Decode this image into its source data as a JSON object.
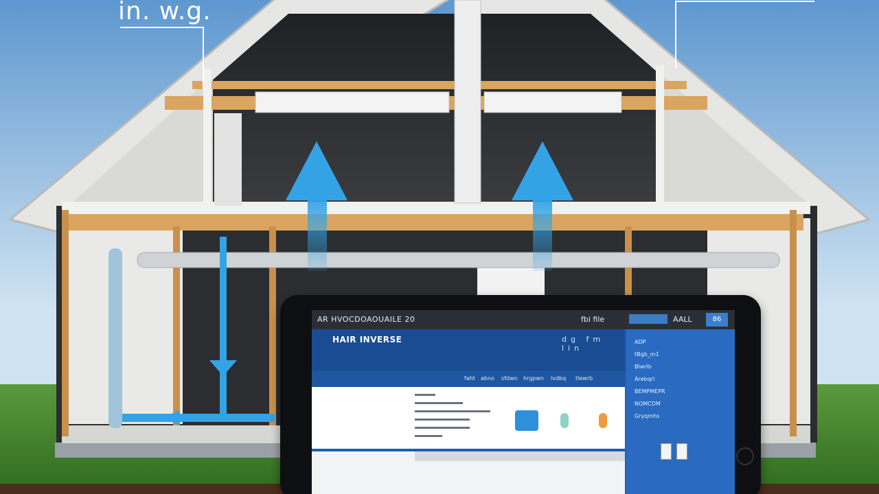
{
  "overlay_label": "in. w.g.",
  "tablet": {
    "topbar": {
      "title": "AR HVOCDOAOUAILE 20",
      "nav": "fbi  file",
      "login": "AALL",
      "badge": "86"
    },
    "brand": "HAIR INVERSE",
    "hero_icons": "dg  fm  lin",
    "menu_items": [
      "faht",
      "abno",
      "sfdwn",
      "hrgpwn",
      "lvdbq",
      "tlewrb"
    ],
    "sidebar_items": [
      "ADP",
      "tBgb_m1",
      "Blwrlb",
      "Arebqrl",
      "BEMPMEPR",
      "NOMCDM",
      "Gryqmhs"
    ]
  },
  "colors": {
    "sky_top": "#5e97cf",
    "sky_bottom": "#cfe3f2",
    "grass": "#3f7d2a",
    "roof": "#e8e8e6",
    "timber": "#d9a560",
    "airflow": "#34a3e6",
    "tablet_bezel": "#0d0f12",
    "screen_blue": "#1f5fae"
  }
}
